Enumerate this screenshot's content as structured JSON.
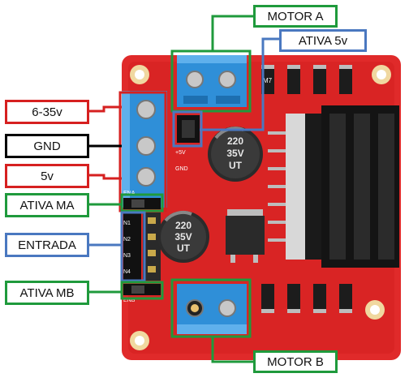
{
  "labels": {
    "motor_a": "MOTOR A",
    "ativa_5v": "ATIVA 5v",
    "v_6_35": "6-35v",
    "gnd": "GND",
    "v_5": "5v",
    "ativa_ma": "ATIVA MA",
    "entrada": "ENTRADA",
    "ativa_mb": "ATIVA MB",
    "motor_b": "MOTOR B"
  },
  "board_text": {
    "cap_top_1": "220",
    "cap_top_2": "35V",
    "cap_top_3": "UT",
    "cap_bottom_1": "220",
    "cap_bottom_2": "35V",
    "cap_bottom_3": "UT",
    "diode": "M7",
    "vcc_mark": "+5V",
    "gnd_mark": "GND",
    "pins": [
      "IN1",
      "IN2",
      "IN3",
      "IN4"
    ],
    "ena": "ENA",
    "enb": "ENB"
  },
  "colors": {
    "red_box": "#d62020",
    "black_box": "#000000",
    "green_box": "#1f9a3c",
    "blue_box": "#4a78c0",
    "pcb": "#e02a2a",
    "terminal": "#2f8fd8"
  }
}
